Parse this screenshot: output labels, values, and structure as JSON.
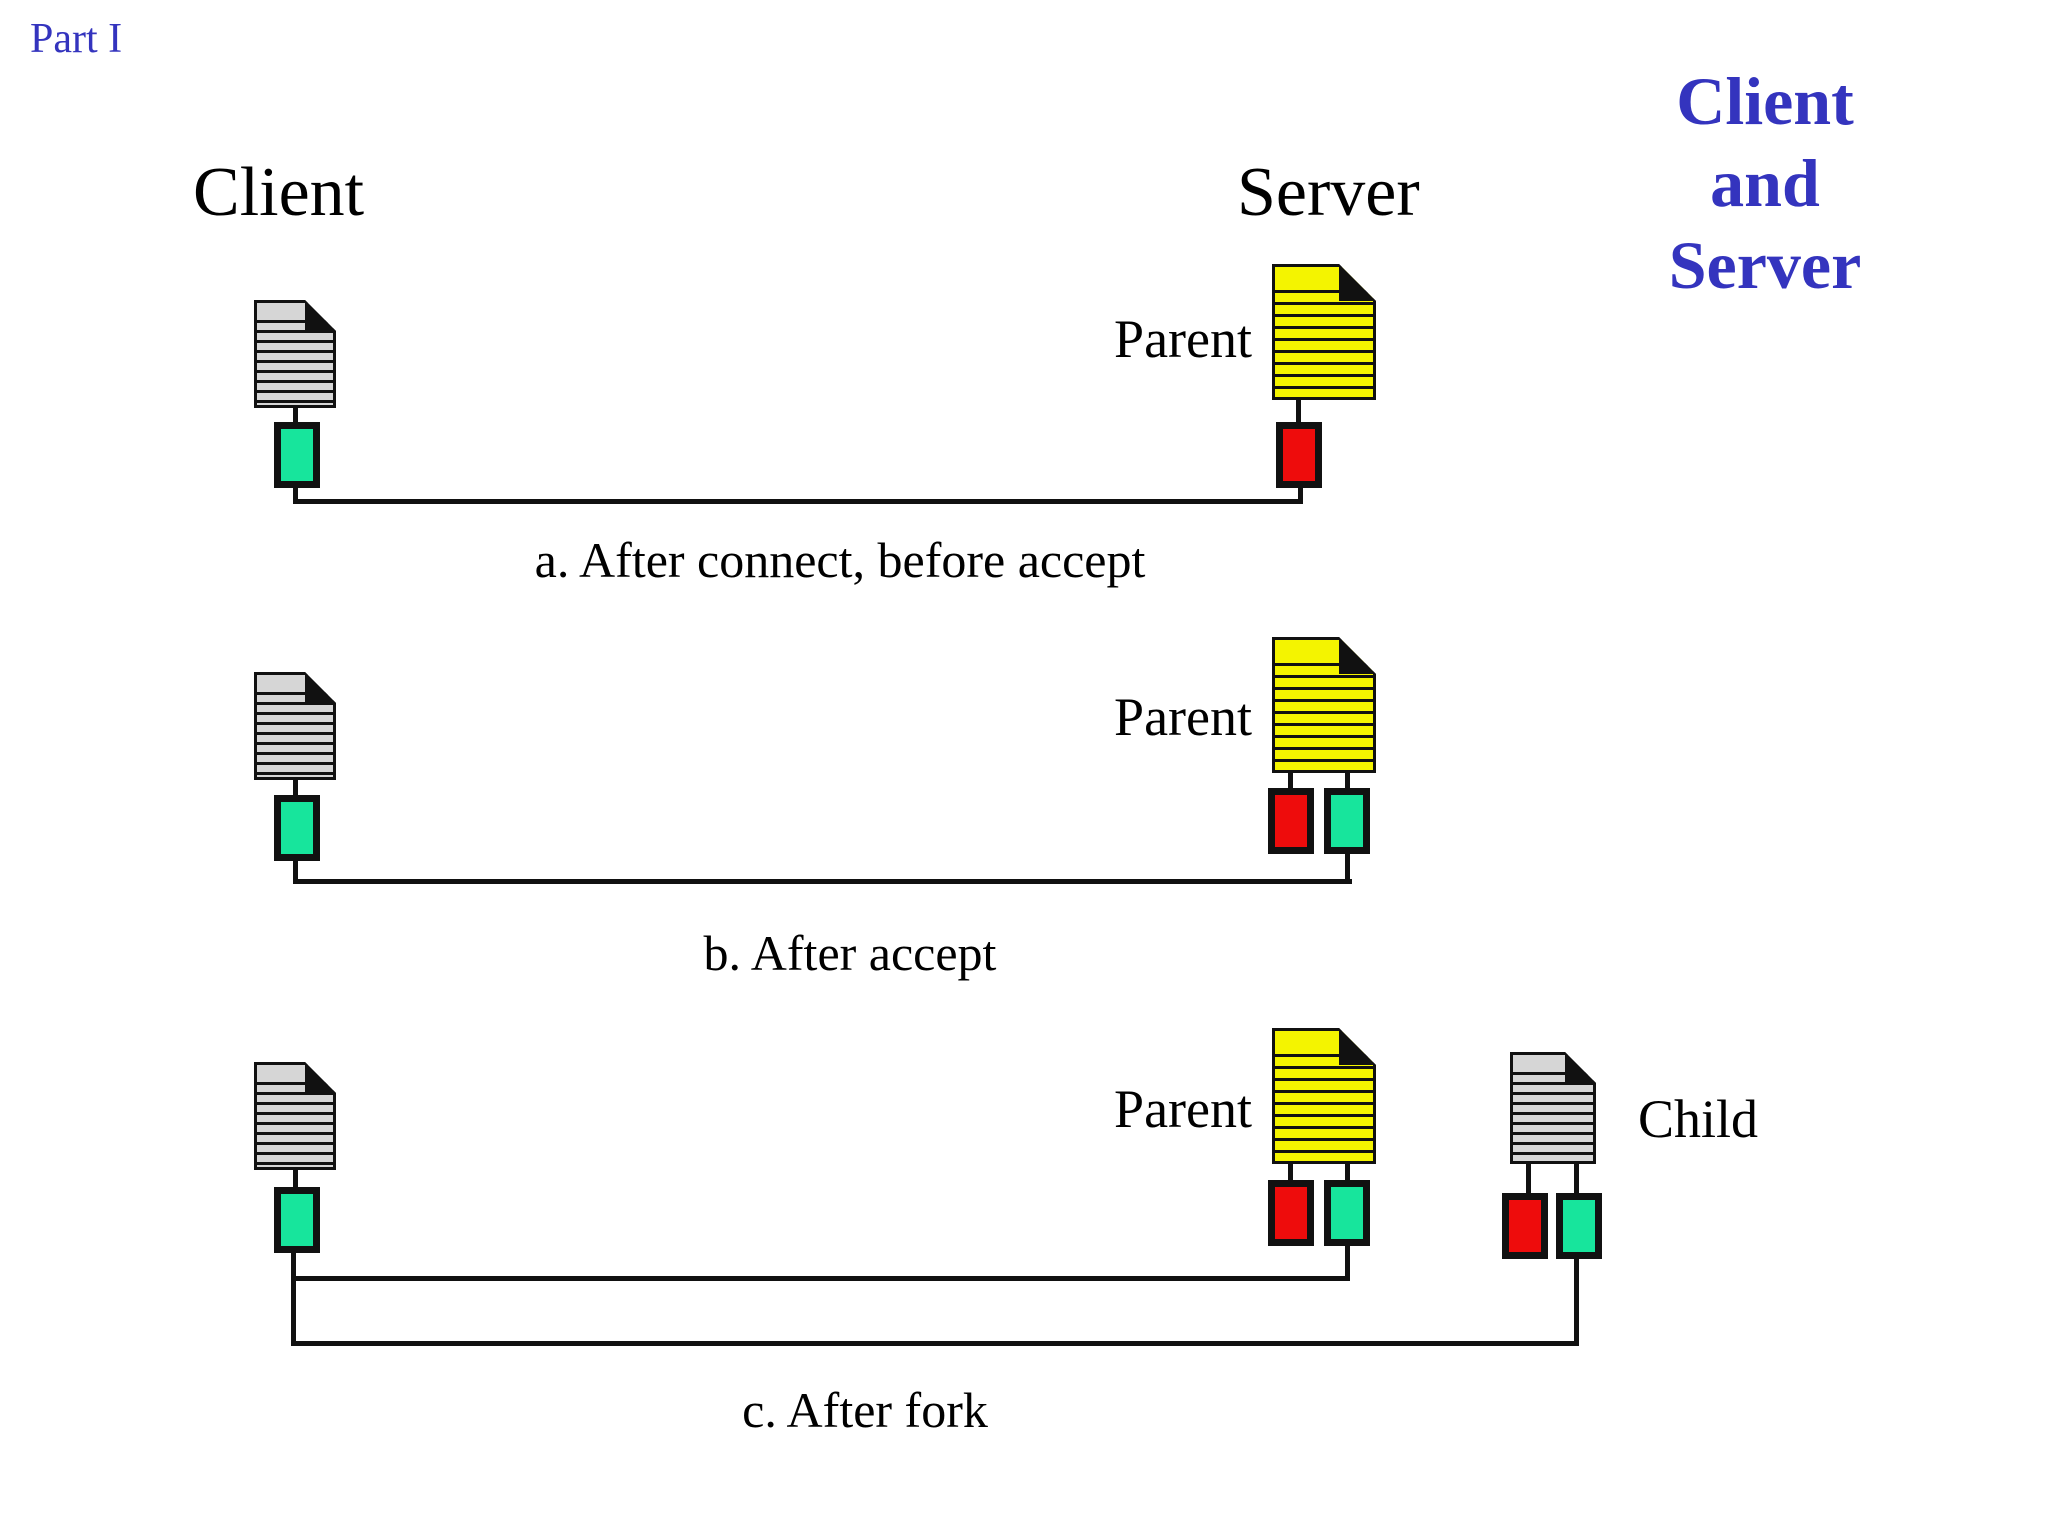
{
  "page": {
    "part_label": "Part I"
  },
  "side_title": {
    "lines": [
      "Client",
      "and",
      "Server"
    ]
  },
  "headings": {
    "client": "Client",
    "server": "Server"
  },
  "figures": [
    {
      "id": "a",
      "caption": "a. After connect, before accept",
      "client": {
        "sockets": [
          "green"
        ]
      },
      "server": {
        "label": "Parent",
        "sockets": [
          "red"
        ]
      }
    },
    {
      "id": "b",
      "caption": "b. After accept",
      "client": {
        "sockets": [
          "green"
        ]
      },
      "server": {
        "label": "Parent",
        "sockets": [
          "red",
          "green"
        ]
      }
    },
    {
      "id": "c",
      "caption": "c. After fork",
      "client": {
        "sockets": [
          "green"
        ]
      },
      "server": {
        "label": "Parent",
        "sockets": [
          "red",
          "green"
        ]
      },
      "child": {
        "label": "Child",
        "sockets": [
          "red",
          "green"
        ]
      }
    }
  ],
  "colors": {
    "accent_blue": "#3434BE",
    "paper_gray": "#D6D6D6",
    "paper_yellow": "#F4F400",
    "socket_green": "#17E59C",
    "socket_red": "#EE0C0C",
    "ink_black": "#111111"
  }
}
